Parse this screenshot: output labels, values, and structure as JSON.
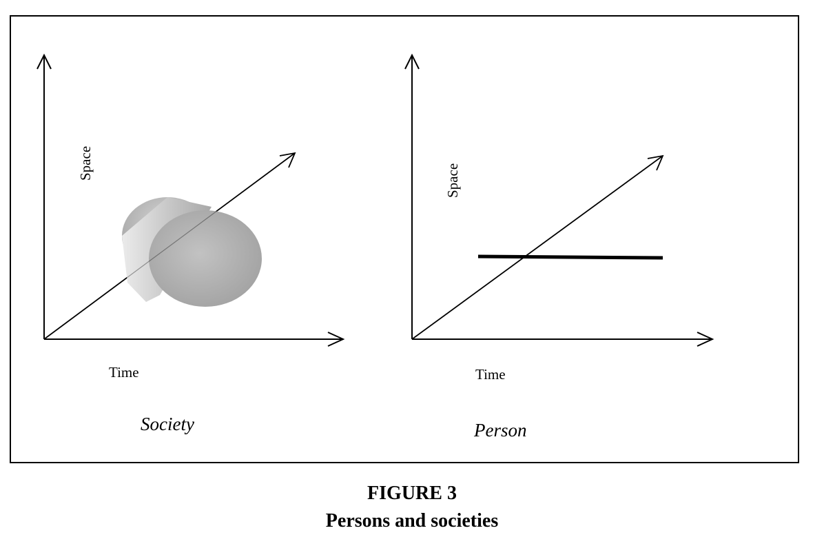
{
  "panels": [
    {
      "name": "society",
      "y_axis_label": "Space",
      "x_axis_label": "Time",
      "caption": "Society"
    },
    {
      "name": "person",
      "y_axis_label": "Space",
      "x_axis_label": "Time",
      "caption": "Person"
    }
  ],
  "figure": {
    "number": "FIGURE 3",
    "caption": "Persons and societies"
  },
  "colors": {
    "ink": "#000000",
    "shape_light": "#e2e2e2",
    "shape_mid": "#c4c4c4",
    "shape_dark": "#9a9a9a"
  }
}
